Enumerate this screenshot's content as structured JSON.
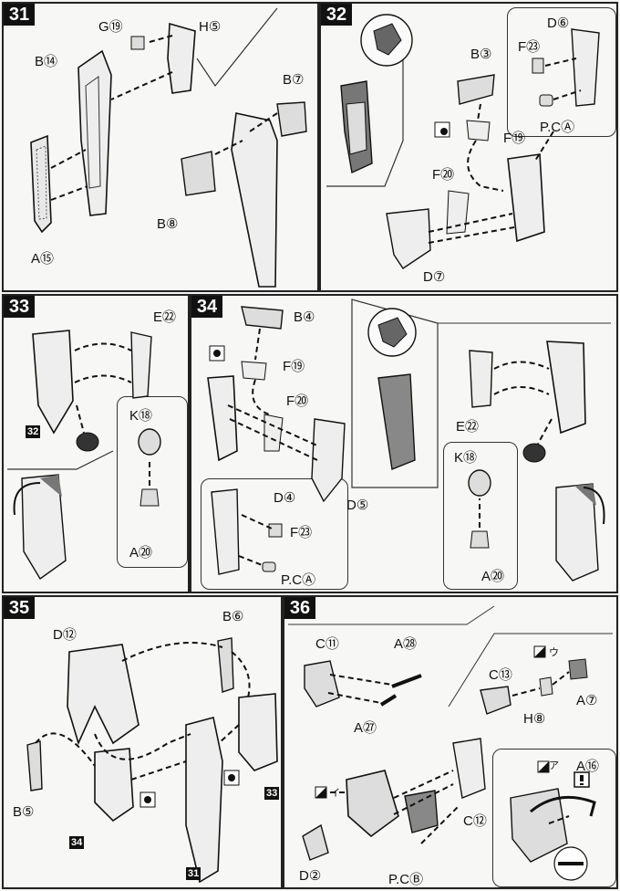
{
  "steps": [
    {
      "number": "31",
      "labels": [
        "G⑲",
        "H⑤",
        "B⑭",
        "B⑦",
        "B⑧",
        "A⑮"
      ]
    },
    {
      "number": "32",
      "labels": [
        "B③",
        "D⑥",
        "F㉓",
        "P.CⒶ",
        "F⑲",
        "F⑳",
        "D⑦"
      ]
    },
    {
      "number": "33",
      "labels": [
        "E㉒",
        "K⑱",
        "A⑳"
      ],
      "ref": "32"
    },
    {
      "number": "34",
      "labels": [
        "B④",
        "F⑲",
        "F⑳",
        "D⑤",
        "D④",
        "F㉓",
        "P.CⒶ",
        "E㉒",
        "K⑱",
        "A⑳"
      ]
    },
    {
      "number": "35",
      "labels": [
        "D⑫",
        "B⑥",
        "B⑤"
      ],
      "refs": [
        "34",
        "33",
        "31"
      ]
    },
    {
      "number": "36",
      "labels": [
        "C⑪",
        "A㉘",
        "A㉗",
        "C⑬",
        "H⑧",
        "A⑦",
        "C⑫",
        "D②",
        "P.CⒷ",
        "A⑯"
      ],
      "marks": [
        "ア",
        "イ",
        "ウ"
      ]
    }
  ]
}
